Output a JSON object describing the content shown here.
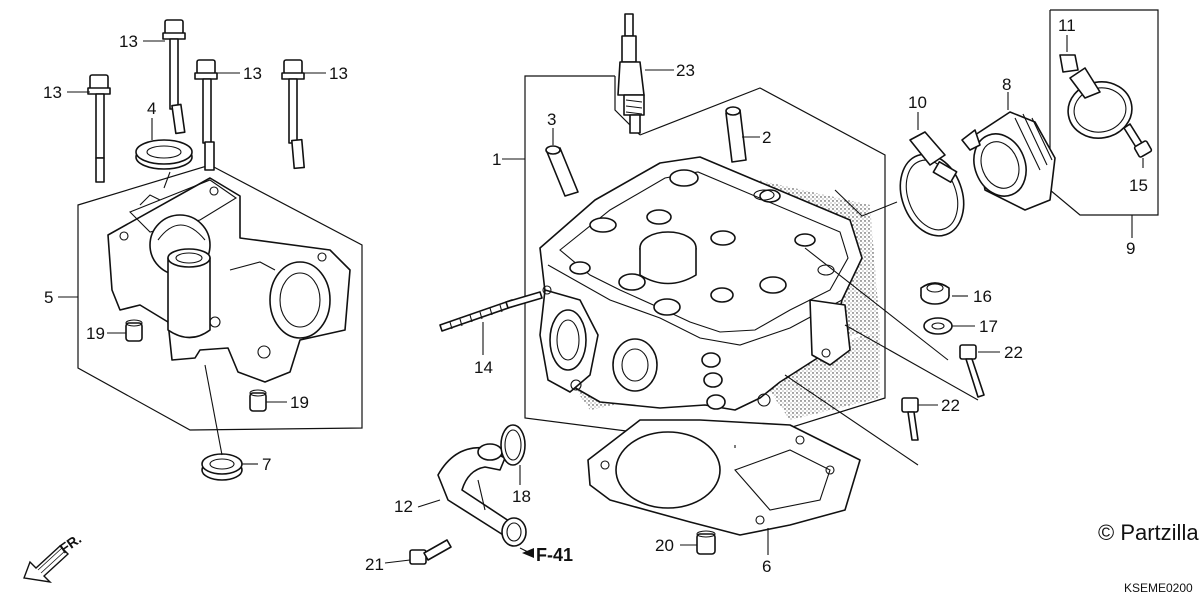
{
  "callouts": {
    "c1": "1",
    "c2": "2",
    "c3": "3",
    "c4": "4",
    "c5": "5",
    "c6": "6",
    "c7": "7",
    "c8": "8",
    "c9": "9",
    "c10": "10",
    "c11": "11",
    "c12": "12",
    "c13a": "13",
    "c13b": "13",
    "c13c": "13",
    "c13d": "13",
    "c14": "14",
    "c15": "15",
    "c16": "16",
    "c17": "17",
    "c18": "18",
    "c19a": "19",
    "c19b": "19",
    "c20": "20",
    "c21": "21",
    "c22a": "22",
    "c22b": "22",
    "c23": "23"
  },
  "reference": "F-41",
  "front_marker": "FR.",
  "copyright": "© Partzilla",
  "diagram_code": "KSEME0200",
  "icons": {
    "front_arrow": "arrow-down-left-icon"
  }
}
